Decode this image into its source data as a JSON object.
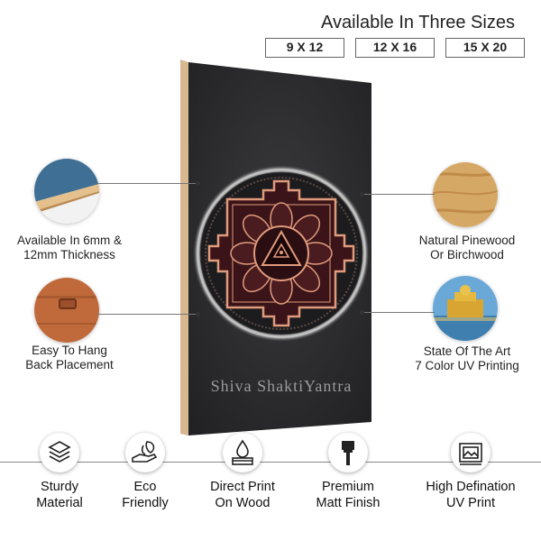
{
  "sizes": {
    "title": "Available In Three Sizes",
    "options": [
      "9 X 12",
      "12 X 16",
      "15 X 20"
    ]
  },
  "product": {
    "title": "Shiva ShaktiYantra"
  },
  "features": {
    "thickness": {
      "line1": "Available In  6mm &",
      "line2": "12mm Thickness"
    },
    "hang": {
      "line1": "Easy To Hang",
      "line2": "Back Placement"
    },
    "wood": {
      "line1": "Natural Pinewood",
      "line2": "Or Birchwood"
    },
    "uv": {
      "line1": "State Of The Art",
      "line2": "7 Color UV Printing"
    }
  },
  "bottom_features": [
    {
      "line1": "Sturdy",
      "line2": "Material",
      "icon": "layers-icon"
    },
    {
      "line1": "Eco",
      "line2": "Friendly",
      "icon": "eco-hand-icon"
    },
    {
      "line1": "Direct Print",
      "line2": "On Wood",
      "icon": "print-drop-icon"
    },
    {
      "line1": "Premium",
      "line2": "Matt Finish",
      "icon": "paint-brush-icon"
    },
    {
      "line1": "High Defination",
      "line2": "UV Print",
      "icon": "printer-icon"
    }
  ],
  "colors": {
    "board": "#2b2b2d",
    "yantra_copper": "#e09a7c",
    "yantra_dark": "#3a1418",
    "wood_edge": "#d8b890"
  }
}
